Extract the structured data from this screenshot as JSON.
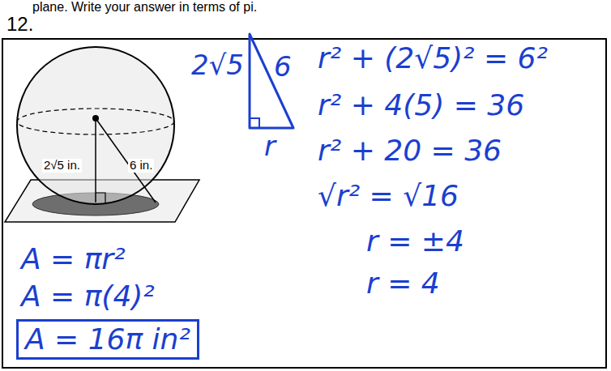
{
  "diagram": {
    "labels": [
      "plane. Write your answer in terms of pi.",
      "12.",
      "2√5 in.",
      "6 in.",
      "2√5",
      "6",
      "r",
      "r² + (2√5)² = 6²",
      "r² + 4(5) = 36",
      "r² + 20 = 36",
      "√r² = √16",
      "r = ±4",
      "r = 4",
      "A = πr²",
      "A = π(4)²",
      "A = 16π in²"
    ]
  }
}
